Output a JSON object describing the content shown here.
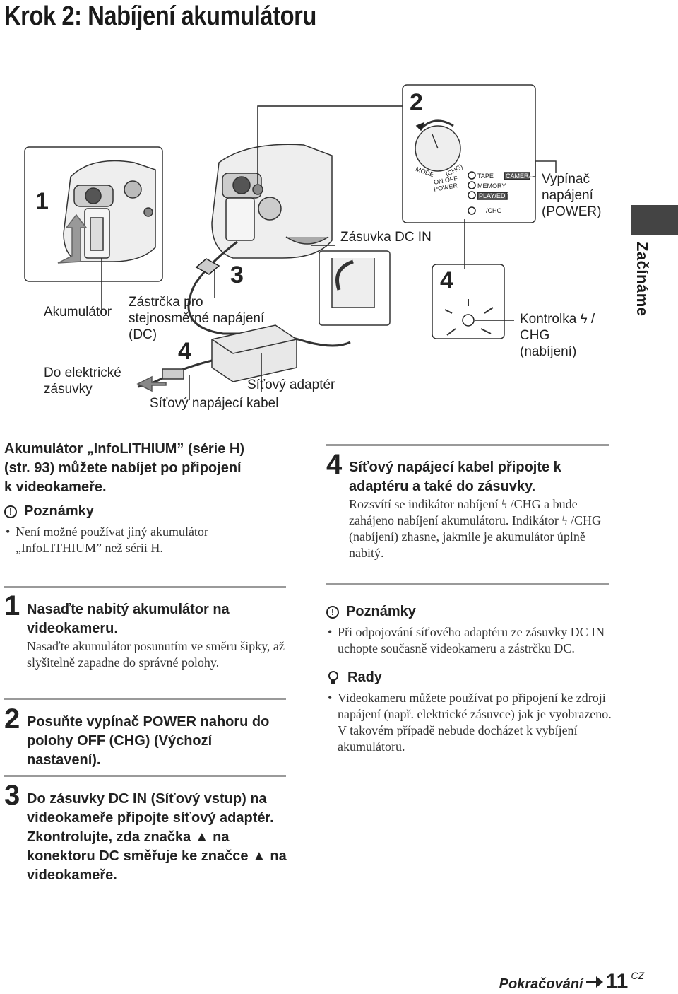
{
  "page_title": "Krok 2: Nabíjení akumulátoru",
  "side_tab": "Začínáme",
  "figure": {
    "step_marks": [
      "1",
      "2",
      "3",
      "4",
      "4"
    ],
    "labels": {
      "akumulator": "Akumulátor",
      "zastrcka": [
        "Zástrčka pro",
        "stejnosměrné napájení",
        "(DC)"
      ],
      "do_zasuvky": [
        "Do elektrické",
        "zásuvky"
      ],
      "sitovy_adapter": "Síťový adaptér",
      "sitovy_kabel": "Síťový napájecí kabel",
      "zasuvka_dc": "Zásuvka DC IN",
      "vypinac": [
        "Vypínač",
        "napájení",
        "(POWER)"
      ],
      "kontrolka": [
        "Kontrolka ϟ /",
        "CHG",
        "(nabíjení)"
      ]
    },
    "dial": {
      "mode": "MODE",
      "on_off": "ON OFF",
      "power": "POWER",
      "chg": "(CHG)",
      "tape": "TAPE",
      "memory": "MEMORY",
      "camera": "CAMERA",
      "play_edit": "PLAY/EDIT",
      "chg_lamp": "/CHG"
    }
  },
  "intro": {
    "text": [
      "Akumulátor „InfoLITHIUM” (série H)",
      "(str. 93) můžete nabíjet po připojení",
      "k videokameře."
    ],
    "notes_title": "Poznámky",
    "notes": [
      "Není možné používat jiný akumulátor „InfoLITHIUM” než sérii H."
    ]
  },
  "steps": [
    {
      "num": "1",
      "title": "Nasaďte nabitý akumulátor na videokameru.",
      "body": "Nasaďte akumulátor posunutím ve směru šipky, až slyšitelně zapadne do správné polohy."
    },
    {
      "num": "2",
      "title": "Posuňte vypínač POWER nahoru do polohy OFF (CHG) (Výchozí nastavení).",
      "body": ""
    },
    {
      "num": "3",
      "title": "Do zásuvky DC IN (Síťový vstup) na videokameře připojte síťový adaptér. Zkontrolujte, zda značka ▲ na konektoru DC směřuje ke značce ▲ na videokameře.",
      "body": ""
    },
    {
      "num": "4",
      "title": "Síťový napájecí kabel připojte k adaptéru a také do zásuvky.",
      "body": "Rozsvítí se indikátor nabíjení ϟ /CHG a bude zahájeno nabíjení akumulátoru. Indikátor ϟ /CHG (nabíjení) zhasne, jakmile je akumulátor úplně nabitý."
    }
  ],
  "notes2": {
    "title": "Poznámky",
    "items": [
      "Při odpojování síťového adaptéru ze zásuvky DC IN uchopte současně videokameru a zástrčku DC."
    ]
  },
  "tips": {
    "title": "Rady",
    "items": [
      "Videokameru můžete používat po připojení ke zdroji napájení (např. elektrické zásuvce) jak je vyobrazeno. V takovém případě nebude docházet k vybíjení akumulátoru."
    ]
  },
  "footer": {
    "continue": "Pokračování",
    "page": "11",
    "lang": "CZ"
  }
}
